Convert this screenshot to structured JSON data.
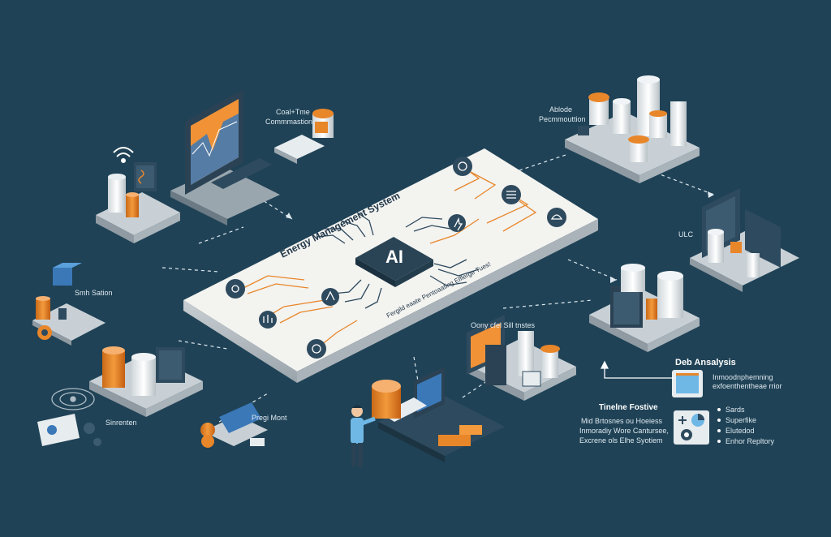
{
  "central": {
    "title": "Energy Management System",
    "chip_label": "AI",
    "tagline": "Fergild eaate Pentoaating Elflerge Tues!"
  },
  "labels": {
    "comms": [
      "Coal+Tme",
      "Commmastion"
    ],
    "prediction": [
      "Ablode",
      "Pecmmouttion"
    ],
    "smart_station": "Smh Sation",
    "sinrenten": "Sinrenten",
    "ulc": "ULC",
    "pregi_mont": "Pregi Mont",
    "cloud_analysis": "Oony cfel Sill tnstes"
  },
  "panel_right": {
    "heading": "Deb Ansalysis",
    "desc": [
      "Inmoodnphemning",
      "exfoenthentheae rrior"
    ],
    "timeline_heading": "Tinelne Fostive",
    "timeline_lines": [
      "Mid Brtosnes ou Hoeiess",
      "Inmoradiy Wore Cantursee,",
      "Excrene ols Elhe Syotiem"
    ],
    "bullets": [
      "Sards",
      "Superfike",
      "Elutedod",
      "Enhor Repltory"
    ]
  },
  "colors": {
    "background": "#1f4256",
    "accent_orange": "#e8862a",
    "node_dark": "#2e4a5e",
    "board_white": "#f3f3f0"
  },
  "icons": [
    "wifi-icon",
    "chip-icon",
    "gear-icon",
    "server-icon",
    "battery-icon",
    "monitor-icon",
    "person-icon",
    "chart-icon"
  ]
}
